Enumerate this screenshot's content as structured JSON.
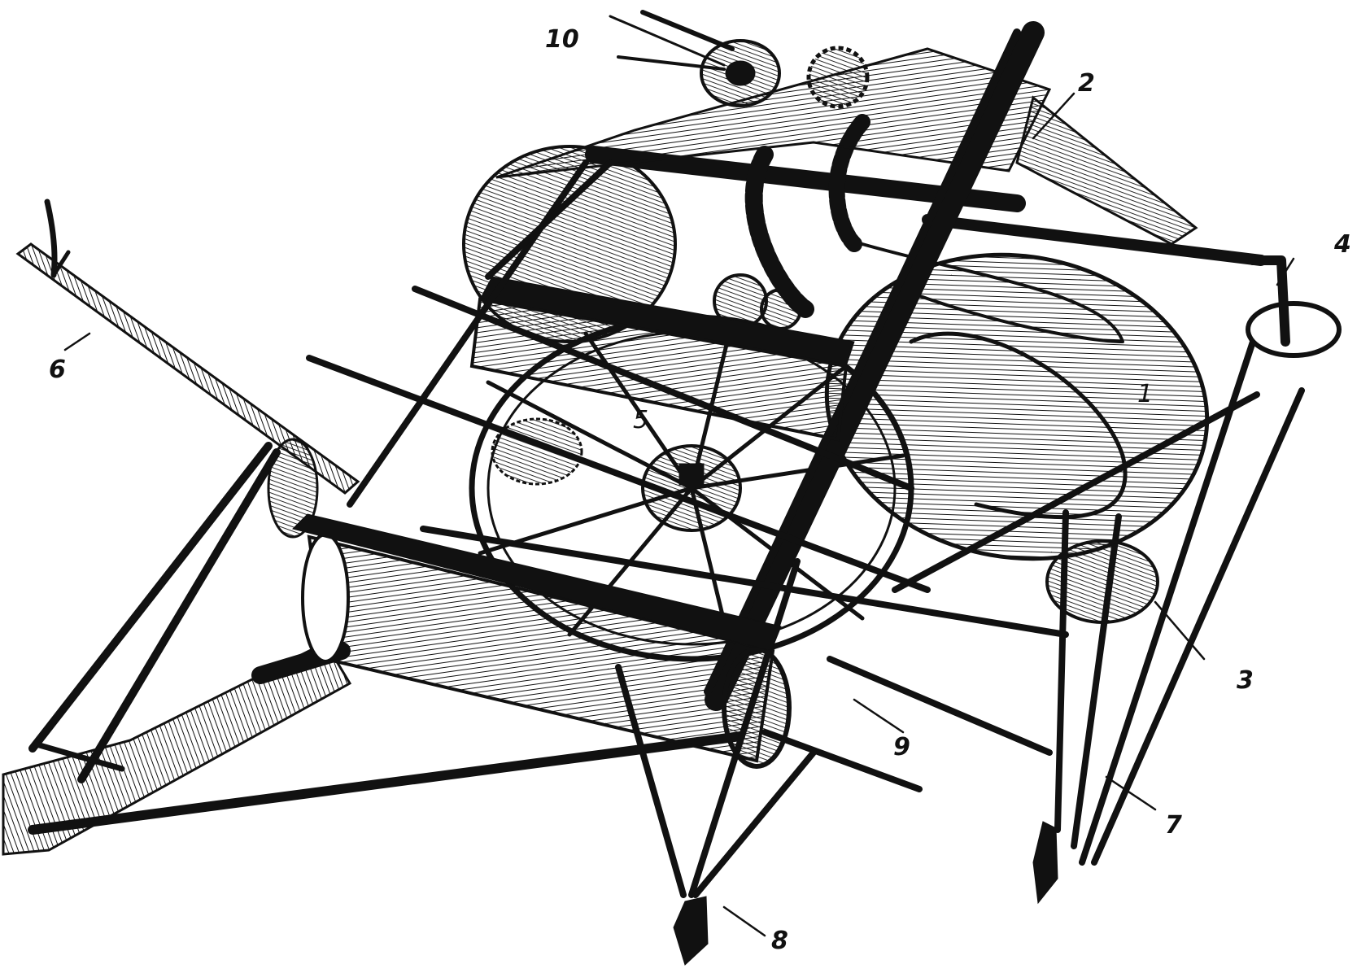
{
  "callouts": [
    {
      "id": "10",
      "text": "10"
    },
    {
      "id": "2",
      "text": "2"
    },
    {
      "id": "4",
      "text": "4"
    },
    {
      "id": "1",
      "text": "1"
    },
    {
      "id": "6",
      "text": "6"
    },
    {
      "id": "5",
      "text": "5"
    },
    {
      "id": "3",
      "text": "3"
    },
    {
      "id": "9",
      "text": "9"
    },
    {
      "id": "7",
      "text": "7"
    },
    {
      "id": "8",
      "text": "8"
    }
  ]
}
